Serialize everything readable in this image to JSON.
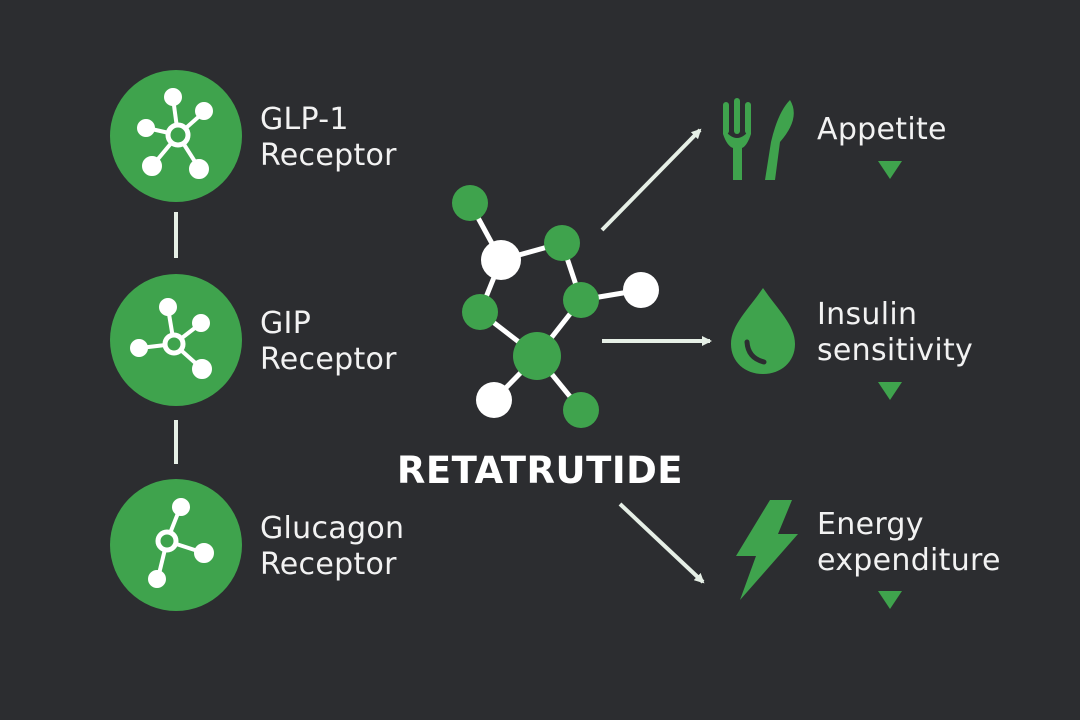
{
  "colors": {
    "background": "#2c2d30",
    "accent_green": "#3fa34d",
    "text": "#f2f2f2",
    "arrow": "#e6efe6",
    "white_atom": "#ffffff"
  },
  "drug": {
    "name": "RETATRUTIDE",
    "icon": "molecule-icon"
  },
  "receptors": [
    {
      "line1": "GLP-1",
      "line2": "Receptor",
      "icon": "molecule-network-icon"
    },
    {
      "line1": "GIP",
      "line2": "Receptor",
      "icon": "molecule-network-icon"
    },
    {
      "line1": "Glucagon",
      "line2": "Receptor",
      "icon": "molecule-network-icon"
    }
  ],
  "effects": [
    {
      "line1": "Appetite",
      "line2": "",
      "icon": "fork-knife-icon",
      "direction": "decrease"
    },
    {
      "line1": "Insulin",
      "line2": "sensitivity",
      "icon": "droplet-icon",
      "direction": "decrease"
    },
    {
      "line1": "Energy",
      "line2": "expenditure",
      "icon": "lightning-bolt-icon",
      "direction": "decrease"
    }
  ]
}
